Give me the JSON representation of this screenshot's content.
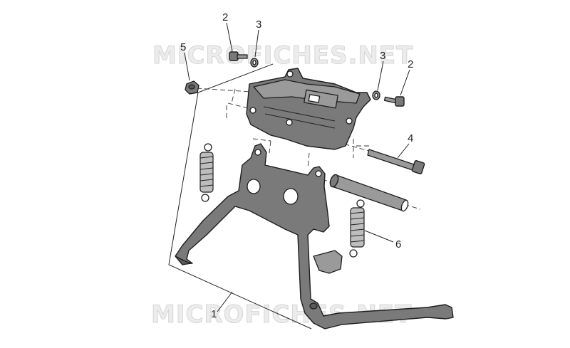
{
  "watermark": {
    "top_text": "MICROFICHES.NET",
    "bottom_text": "MICROFICHES.NET"
  },
  "callouts": {
    "stand": "1",
    "screw_top": "2",
    "washer_top": "3",
    "washer_right": "3",
    "screw_right": "2",
    "pivot_bolt": "4",
    "nut": "5",
    "spring": "6"
  },
  "colors": {
    "part_fill": "#7a7a7a",
    "outline": "#1e1e1e",
    "background": "#ffffff"
  }
}
